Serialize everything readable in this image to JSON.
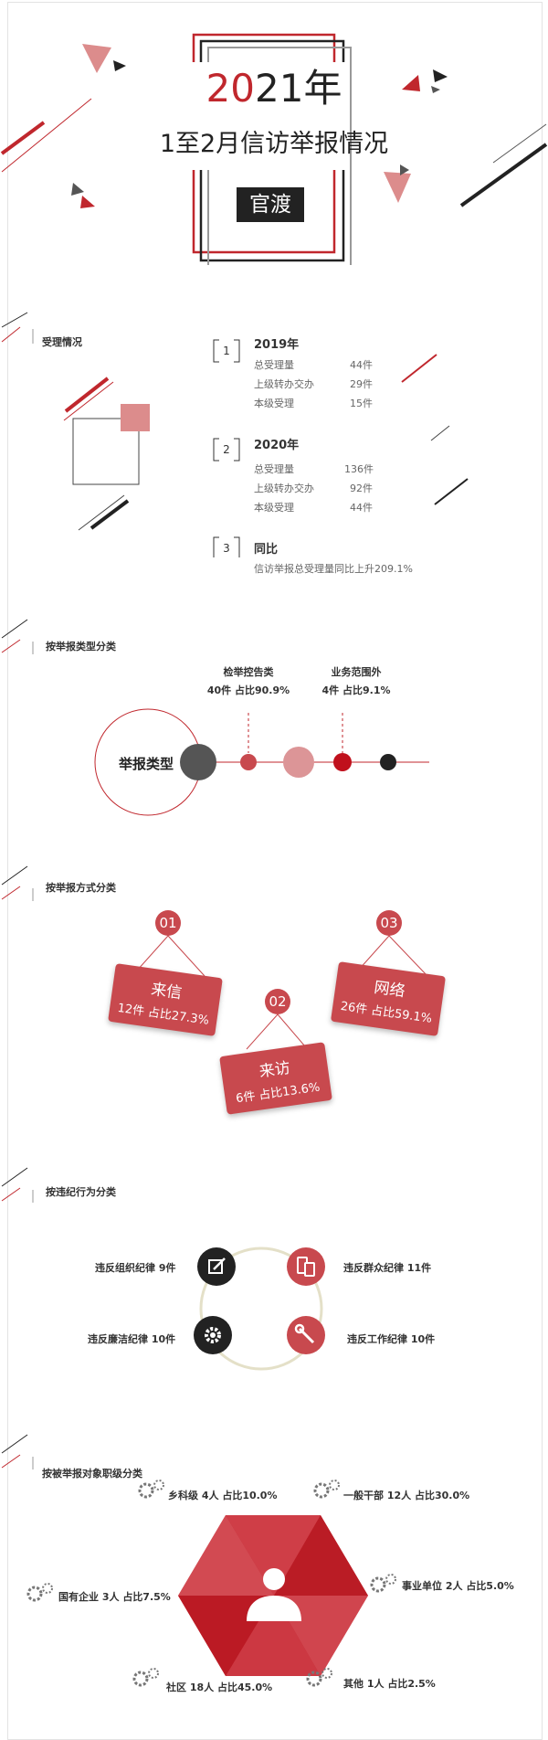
{
  "header": {
    "year_highlight": "20",
    "year_rest": "21年",
    "subtitle": "1至2月信访举报情况",
    "region": "官渡"
  },
  "accept": {
    "title": "受理情况",
    "blocks": [
      {
        "num": "1",
        "heading": "2019年",
        "rows": [
          {
            "label": "总受理量",
            "value": "44件"
          },
          {
            "label": "上级转办交办",
            "value": "29件"
          },
          {
            "label": "本级受理",
            "value": "15件"
          }
        ]
      },
      {
        "num": "2",
        "heading": "2020年",
        "rows": [
          {
            "label": "总受理量",
            "value": "136件"
          },
          {
            "label": "上级转办交办",
            "value": "92件"
          },
          {
            "label": "本级受理",
            "value": "44件"
          }
        ]
      },
      {
        "num": "3",
        "heading": "同比",
        "note": "信访举报总受理量同比上升209.1%"
      }
    ]
  },
  "type_section": {
    "title": "按举报类型分类",
    "center_label": "举报类型",
    "items": [
      {
        "name": "检举控告类",
        "detail": "40件  占比90.9%"
      },
      {
        "name": "业务范围外",
        "detail": "4件  占比9.1%"
      }
    ]
  },
  "method_section": {
    "title": "按举报方式分类",
    "items": [
      {
        "num": "01",
        "name": "来信",
        "detail": "12件  占比27.3%"
      },
      {
        "num": "02",
        "name": "来访",
        "detail": "6件  占比13.6%"
      },
      {
        "num": "03",
        "name": "网络",
        "detail": "26件  占比59.1%"
      }
    ]
  },
  "violation_section": {
    "title": "按违纪行为分类",
    "items": [
      {
        "label": "违反组织纪律  9件",
        "icon": "edit-icon"
      },
      {
        "label": "违反群众纪律  11件",
        "icon": "devices-icon"
      },
      {
        "label": "违反廉洁纪律  10件",
        "icon": "gear-icon"
      },
      {
        "label": "违反工作纪律  10件",
        "icon": "wrench-icon"
      }
    ]
  },
  "level_section": {
    "title": "按被举报对象职级分类",
    "items": [
      {
        "label": "乡科级 4人  占比10.0%"
      },
      {
        "label": "一般干部 12人  占比30.0%"
      },
      {
        "label": "国有企业 3人  占比7.5%"
      },
      {
        "label": "事业单位 2人  占比5.0%"
      },
      {
        "label": "社区 18人  占比45.0%"
      },
      {
        "label": "其他 1人  占比2.5%"
      }
    ]
  },
  "colors": {
    "accent": "#c0272d",
    "soft": "#d98a8c",
    "dark": "#222222"
  }
}
